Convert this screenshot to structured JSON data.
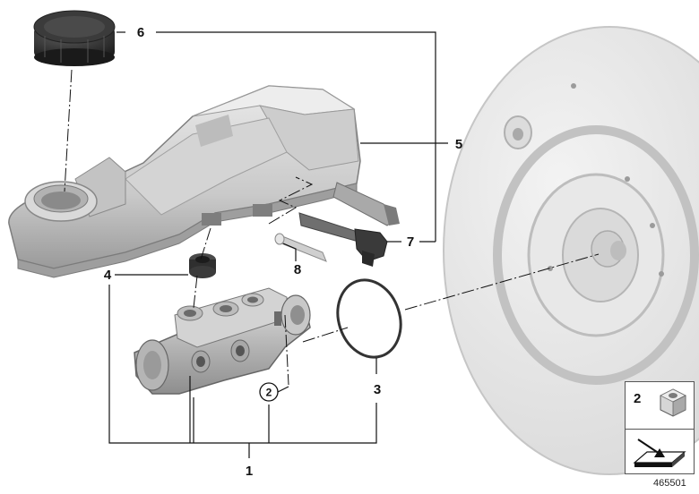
{
  "callouts": {
    "c1": "1",
    "c2": "2",
    "c3": "3",
    "c4": "4",
    "c5": "5",
    "c6": "6",
    "c7": "7",
    "c8": "8"
  },
  "legend": {
    "part_number": "2",
    "nut_icon": "hex-nut-icon",
    "symbol_icon": "assembly-note-icon"
  },
  "doc_id": "465501",
  "colors": {
    "part_light": "#e4e4e4",
    "part_mid": "#c8c8c8",
    "part_dark": "#8d8d8d",
    "booster": "#eeeeee",
    "line": "#111111"
  }
}
